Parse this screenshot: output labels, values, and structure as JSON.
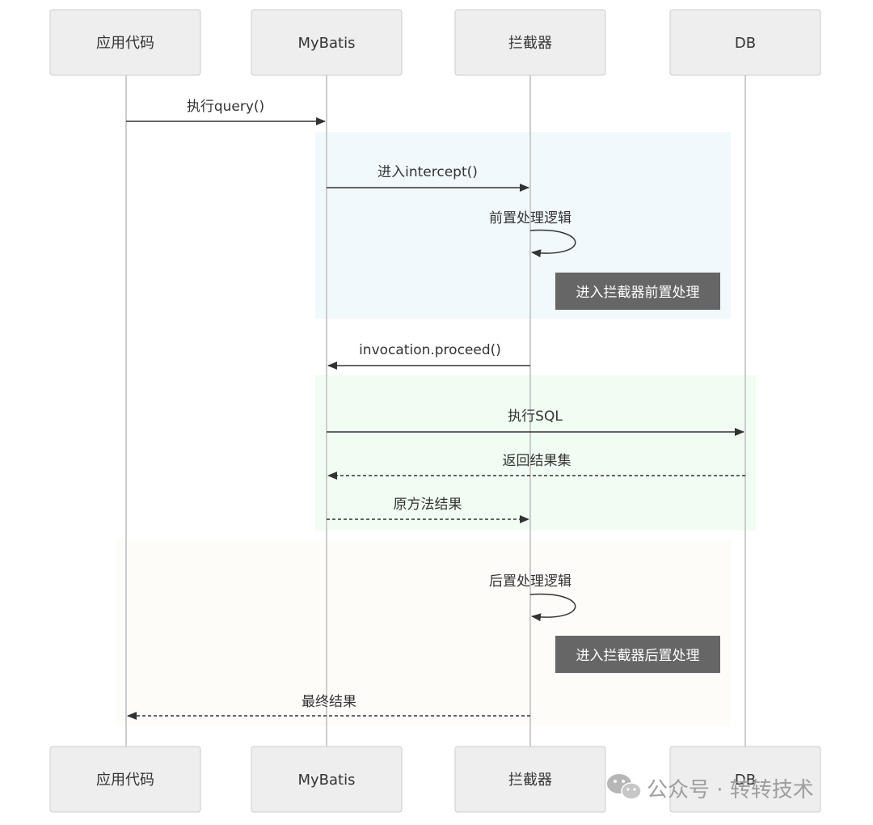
{
  "actors": [
    {
      "name": "应用代码"
    },
    {
      "name": "MyBatis"
    },
    {
      "name": "拦截器"
    },
    {
      "name": "DB"
    }
  ],
  "messages": [
    {
      "from": 0,
      "to": 1,
      "label": "执行query()",
      "style": "solid"
    },
    {
      "from": 1,
      "to": 2,
      "label": "进入intercept()",
      "style": "solid"
    },
    {
      "from": 2,
      "to": 2,
      "label": "前置处理逻辑",
      "style": "self"
    },
    {
      "from": 2,
      "to": 1,
      "label": "invocation.proceed()",
      "style": "solid"
    },
    {
      "from": 1,
      "to": 3,
      "label": "执行SQL",
      "style": "solid"
    },
    {
      "from": 3,
      "to": 1,
      "label": "返回结果集",
      "style": "dashed"
    },
    {
      "from": 1,
      "to": 2,
      "label": "原方法结果",
      "style": "dashed"
    },
    {
      "from": 2,
      "to": 2,
      "label": "后置处理逻辑",
      "style": "self"
    },
    {
      "from": 2,
      "to": 0,
      "label": "最终结果",
      "style": "dashed"
    }
  ],
  "notes": [
    {
      "text": "进入拦截器前置处理"
    },
    {
      "text": "进入拦截器后置处理"
    }
  ],
  "regions": [
    {
      "color": "#f1f9fd"
    },
    {
      "color": "#f1fdf2"
    },
    {
      "color": "#fdfcf8"
    }
  ],
  "watermark": {
    "text": "公众号 · 转转技术",
    "icon": "wechat-icon"
  }
}
